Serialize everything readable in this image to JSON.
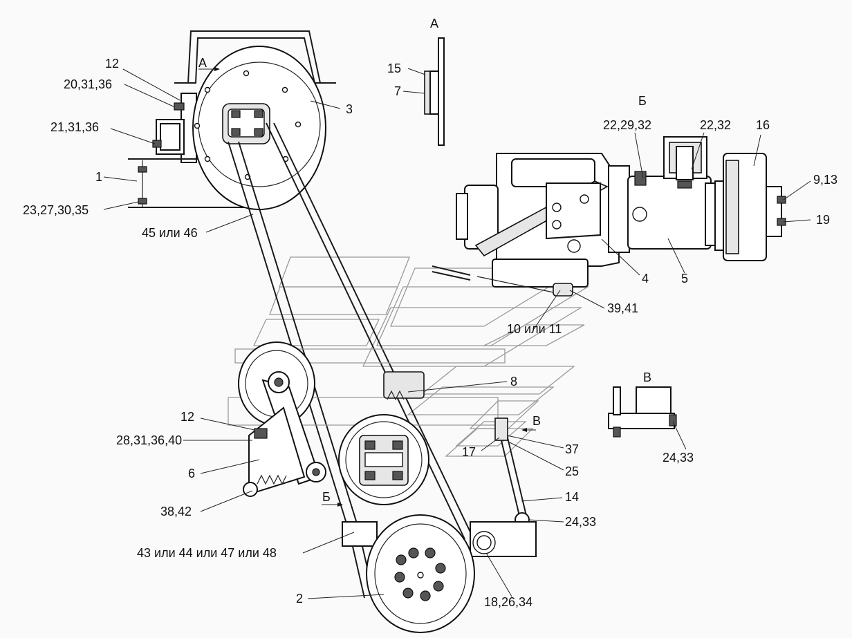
{
  "labels": {
    "view_a_title": "А",
    "view_b_title": "Б",
    "view_v_title": "В",
    "arrow_a": "А",
    "arrow_b": "Б",
    "arrow_v": "В",
    "p1": "1",
    "p2": "2",
    "p3": "3",
    "p4": "4",
    "p5": "5",
    "p6": "6",
    "p7": "7",
    "p8": "8",
    "p12_top": "12",
    "p12_mid": "12",
    "p14": "14",
    "p15": "15",
    "p16": "16",
    "p17": "17",
    "p19": "19",
    "p25": "25",
    "p37": "37",
    "p9_13": "9,13",
    "p20_31_36": "20,31,36",
    "p21_31_36": "21,31,36",
    "p23_27_30_35": "23,27,30,35",
    "p45_46": "45 или 46",
    "p22_29_32": "22,29,32",
    "p22_32": "22,32",
    "p39_41": "39,41",
    "p10_11": "10 или 11",
    "p28_31_36_40": "28,31,36,40",
    "p38_42": "38,42",
    "p24_33_main": "24,33",
    "p24_33_view": "24,33",
    "p43_44_47_48": "43 или 44 или 47 или 48",
    "p18_26_34": "18,26,34"
  }
}
